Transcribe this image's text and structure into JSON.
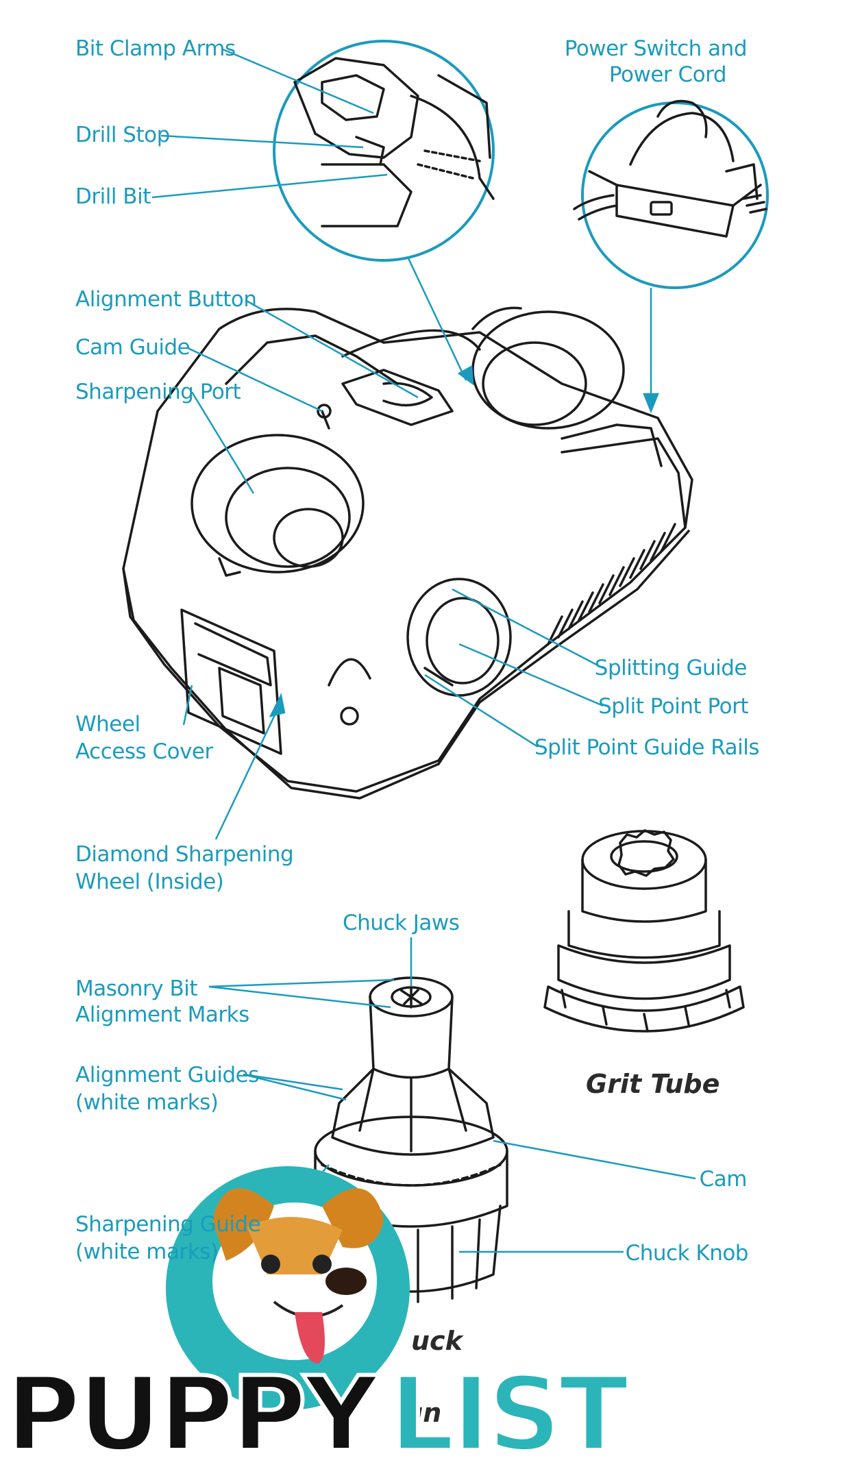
{
  "labels": {
    "bit_clamp_arms": "Bit Clamp Arms",
    "drill_stop": "Drill Stop",
    "drill_bit": "Drill Bit",
    "power_switch_l1": "Power Switch and",
    "power_switch_l2": "Power Cord",
    "alignment_button": "Alignment Button",
    "cam_guide": "Cam Guide",
    "sharpening_port": "Sharpening Port",
    "splitting_guide": "Splitting Guide",
    "split_point_port": "Split Point Port",
    "split_point_guide_rails": "Split Point Guide Rails",
    "wheel_access_l1": "Wheel",
    "wheel_access_l2": "Access Cover",
    "diamond_wheel_l1": "Diamond Sharpening",
    "diamond_wheel_l2": "Wheel (Inside)",
    "chuck_jaws": "Chuck Jaws",
    "masonry_l1": "Masonry Bit",
    "masonry_l2": "Alignment Marks",
    "alignment_guides_l1": "Alignment Guides",
    "alignment_guides_l2": "(white marks)",
    "sharpening_guide_l1": "Sharpening Guide",
    "sharpening_guide_l2": "(white marks)",
    "cam": "Cam",
    "chuck_knob": "Chuck Knob"
  },
  "captions": {
    "grit_tube": "Grit Tube",
    "chuck_partial": "uck",
    "chuck_partial_2": "gn"
  },
  "watermark": {
    "part1": "PUPPY",
    "part2": "LIST",
    "dark_color": "#111111",
    "accent_color": "#2bb5b8"
  },
  "colors": {
    "label": "#1a9bbd",
    "line": "#1a9bbd",
    "ink": "#1b1b1b"
  }
}
